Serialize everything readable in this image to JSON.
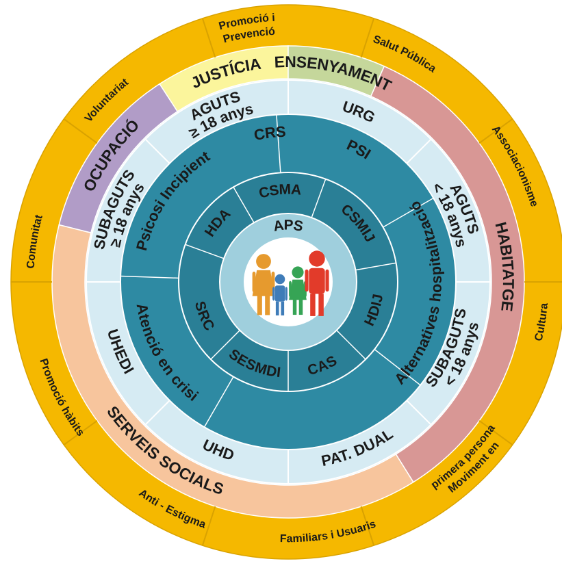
{
  "outer_ring": {
    "labels": [
      {
        "text": "Promoció i Prevenció",
        "lines": [
          "Promoció i",
          "Prevenció"
        ]
      },
      {
        "text": "Salut Pública"
      },
      {
        "text": "Associacionisme"
      },
      {
        "text": "Cultura"
      },
      {
        "text": "Moviment en primera persona",
        "lines": [
          "Moviment en",
          "primera persona"
        ]
      },
      {
        "text": "Familiars i Usuaris"
      },
      {
        "text": "Anti - Estigma"
      },
      {
        "text": "Promoció hàbits"
      },
      {
        "text": "Comunitat"
      },
      {
        "text": "Voluntariat"
      }
    ]
  },
  "sector_ring": {
    "labels": [
      {
        "text": "JUSTÍCIA",
        "color": "#fbf59c"
      },
      {
        "text": "ENSENYAMENT",
        "color": "#c5d79b"
      },
      {
        "text": "HABITATGE",
        "color": "#d89795"
      },
      {
        "text": "SERVEIS SOCIALS",
        "color": "#f7c59d"
      },
      {
        "text": "OCUPACIÓ",
        "color": "#b19cc7"
      }
    ]
  },
  "light_ring": {
    "labels": [
      {
        "text": "AGUTS ≥ 18 anys",
        "lines": [
          "AGUTS",
          "≥ 18 anys"
        ]
      },
      {
        "text": "URG"
      },
      {
        "text": "AGUTS < 18 anys",
        "lines": [
          "AGUTS",
          "< 18 anys"
        ]
      },
      {
        "text": "SUBAGUTS < 18 anys",
        "lines": [
          "SUBAGUTS",
          "< 18 anys"
        ]
      },
      {
        "text": "PAT. DUAL"
      },
      {
        "text": "UHD"
      },
      {
        "text": "UHEDI"
      },
      {
        "text": "SUBAGUTS ≥ 18 anys",
        "lines": [
          "SUBAGUTS",
          "≥ 18 anys"
        ]
      }
    ]
  },
  "dark_ring": {
    "labels": [
      {
        "text": "CRS"
      },
      {
        "text": "PSI"
      },
      {
        "text": "Alternatives hospitalització"
      },
      {
        "text": "Atenció en crisi"
      },
      {
        "text": "Psicosi Incipient"
      }
    ]
  },
  "inner_ring": {
    "labels": [
      {
        "text": "CSMA"
      },
      {
        "text": "CSMIJ"
      },
      {
        "text": "HDIJ"
      },
      {
        "text": "CAS"
      },
      {
        "text": "SESMDI"
      },
      {
        "text": "SRC"
      },
      {
        "text": "HDA"
      }
    ]
  },
  "center": {
    "label": "APS",
    "icon": "family-icon"
  },
  "colors": {
    "outer_ring": "#f5b800",
    "light_ring": "#d6ebf3",
    "dark_ring": "#2e8aa3",
    "inner_ring": "#2a7f96",
    "aps_ring": "#9fcfdd",
    "center": "#ffffff"
  }
}
